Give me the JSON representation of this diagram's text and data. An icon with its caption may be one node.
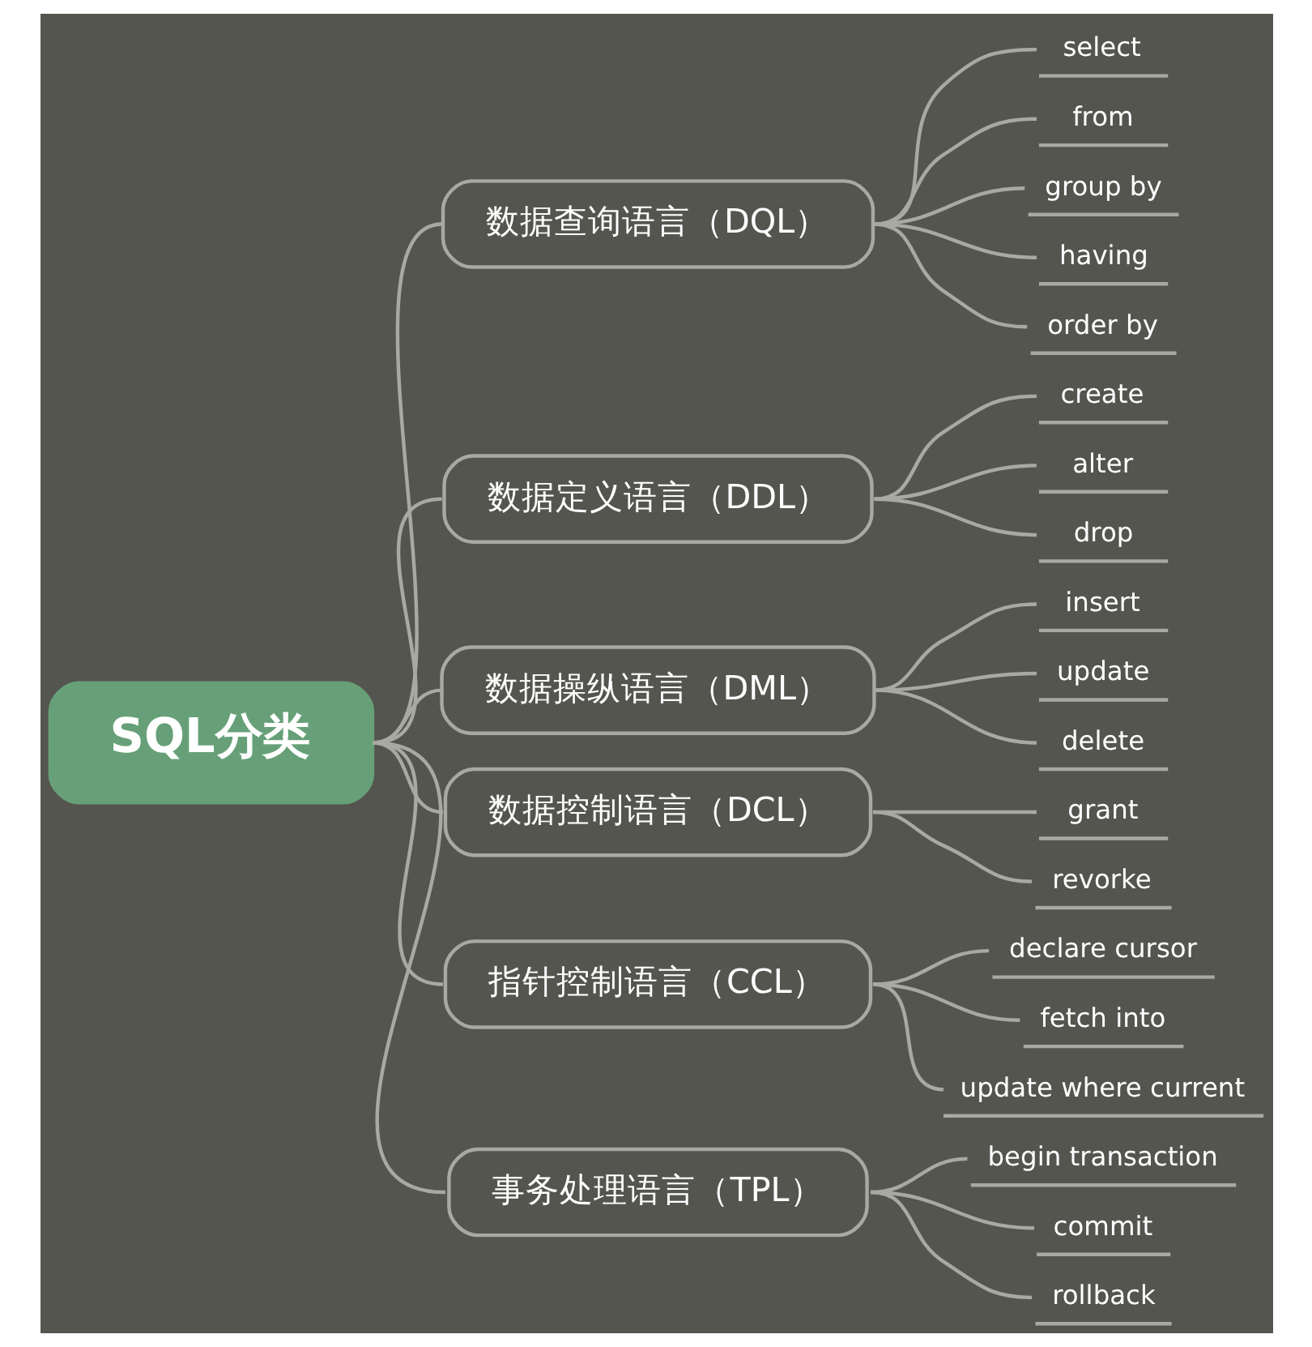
{
  "diagram": {
    "nodes": [
      {
        "text": [
          "SQL分类"
        ]
      },
      {
        "text": [
          "数据查询语言（DQL）"
        ]
      },
      {
        "text": [
          "select"
        ]
      },
      {
        "text": [
          "from"
        ]
      },
      {
        "text": [
          "group by"
        ]
      },
      {
        "text": [
          "having"
        ]
      },
      {
        "text": [
          "order by"
        ]
      },
      {
        "text": [
          "数据定义语言（DDL）"
        ]
      },
      {
        "text": [
          "create"
        ]
      },
      {
        "text": [
          "alter"
        ]
      },
      {
        "text": [
          "drop"
        ]
      },
      {
        "text": [
          "数据操纵语言（DML）"
        ]
      },
      {
        "text": [
          "insert"
        ]
      },
      {
        "text": [
          "update"
        ]
      },
      {
        "text": [
          "delete"
        ]
      },
      {
        "text": [
          "数据控制语言（DCL）"
        ]
      },
      {
        "text": [
          "grant"
        ]
      },
      {
        "text": [
          "revorke"
        ]
      },
      {
        "text": [
          "指针控制语言（CCL）"
        ]
      },
      {
        "text": [
          "declare cursor"
        ]
      },
      {
        "text": [
          "fetch into"
        ]
      },
      {
        "text": [
          "update where current"
        ]
      },
      {
        "text": [
          "事务处理语言（TPL）"
        ]
      },
      {
        "text": [
          "begin transaction"
        ]
      },
      {
        "text": [
          "commit"
        ]
      },
      {
        "text": [
          "rollback"
        ]
      }
    ],
    "edges": [
      {
        "from": 0,
        "to": 1,
        "arrow": "none"
      },
      {
        "from": 0,
        "to": 7,
        "arrow": "none"
      },
      {
        "from": 0,
        "to": 11,
        "arrow": "none"
      },
      {
        "from": 0,
        "to": 15,
        "arrow": "none"
      },
      {
        "from": 0,
        "to": 18,
        "arrow": "none"
      },
      {
        "from": 0,
        "to": 22,
        "arrow": "none"
      },
      {
        "from": 1,
        "to": 2,
        "arrow": "none"
      },
      {
        "from": 1,
        "to": 3,
        "arrow": "none"
      },
      {
        "from": 1,
        "to": 4,
        "arrow": "none"
      },
      {
        "from": 1,
        "to": 5,
        "arrow": "none"
      },
      {
        "from": 1,
        "to": 6,
        "arrow": "none"
      },
      {
        "from": 7,
        "to": 8,
        "arrow": "none"
      },
      {
        "from": 7,
        "to": 9,
        "arrow": "none"
      },
      {
        "from": 7,
        "to": 10,
        "arrow": "none"
      },
      {
        "from": 11,
        "to": 12,
        "arrow": "none"
      },
      {
        "from": 11,
        "to": 13,
        "arrow": "none"
      },
      {
        "from": 11,
        "to": 14,
        "arrow": "none"
      },
      {
        "from": 15,
        "to": 16,
        "arrow": "none"
      },
      {
        "from": 15,
        "to": 17,
        "arrow": "none"
      },
      {
        "from": 18,
        "to": 19,
        "arrow": "none"
      },
      {
        "from": 18,
        "to": 20,
        "arrow": "none"
      },
      {
        "from": 18,
        "to": 21,
        "arrow": "none"
      },
      {
        "from": 22,
        "to": 23,
        "arrow": "none"
      },
      {
        "from": 22,
        "to": 24,
        "arrow": "none"
      },
      {
        "from": 22,
        "to": 25,
        "arrow": "none"
      }
    ]
  }
}
